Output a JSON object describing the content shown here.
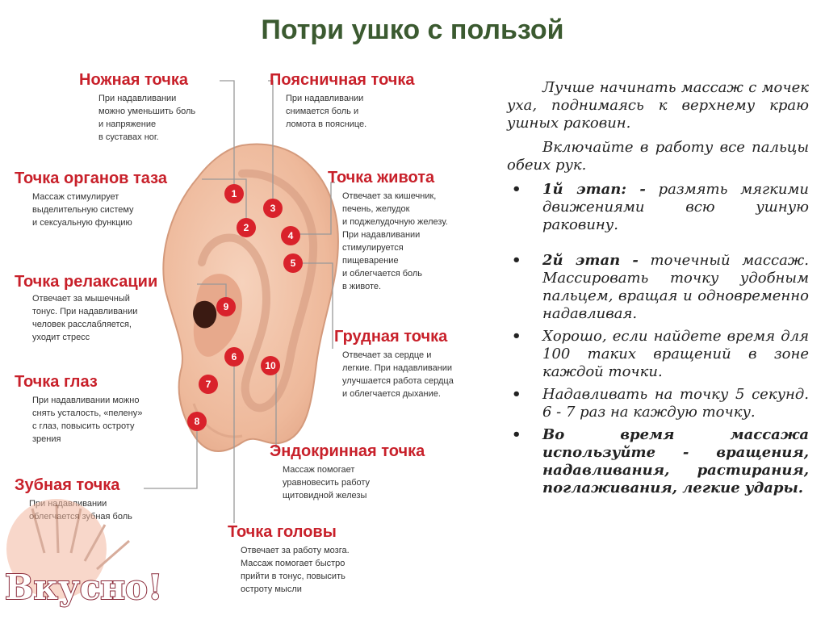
{
  "title": "Потри ушко с пользой",
  "points": [
    {
      "title": "Ножная точка",
      "desc": [
        "При надавливании",
        "можно уменьшить боль",
        "и напряжение",
        "в суставах ног."
      ]
    },
    {
      "title": "Поясничная точка",
      "desc": [
        "При надавливании",
        "снимается боль и",
        "ломота в пояснице."
      ]
    },
    {
      "title": "Точка органов таза",
      "desc": [
        "Массаж стимулирует",
        "выделительную систему",
        "и сексуальную функцию"
      ]
    },
    {
      "title": "Точка живота",
      "desc": [
        "Отвечает за кишечник,",
        "печень, желудок",
        "и поджелудочную железу.",
        "При надавливании",
        "стимулируется",
        "пищеварение",
        "и облегчается боль",
        "в животе."
      ]
    },
    {
      "title": "Точка релаксации",
      "desc": [
        "Отвечает за мышечный",
        "тонус. При надавливании",
        "человек расслабляется,",
        "уходит стресс"
      ]
    },
    {
      "title": "Грудная точка",
      "desc": [
        "Отвечает за сердце и",
        "легкие. При надавливании",
        "улучшается работа сердца",
        "и облегчается дыхание."
      ]
    },
    {
      "title": "Точка глаз",
      "desc": [
        "При надавливании можно",
        "снять усталость, «пелену»",
        "с глаз, повысить остроту",
        "зрения"
      ]
    },
    {
      "title": "Эндокринная точка",
      "desc": [
        "Массаж помогает",
        "уравновесить работу",
        "щитовидной железы"
      ]
    },
    {
      "title": "Зубная точка",
      "desc": [
        "При надавливании",
        "облегчается зубная боль"
      ]
    },
    {
      "title": "Точка головы",
      "desc": [
        "Отвечает за работу мозга.",
        "Массаж помогает быстро",
        "прийти в тонус, повысить",
        "остроту мысли"
      ]
    }
  ],
  "point_numbers": [
    "1",
    "2",
    "3",
    "4",
    "5",
    "6",
    "7",
    "8",
    "9",
    "10"
  ],
  "intro": [
    "Лучше начинать массаж с мочек уха, поднимаясь к верхнему краю ушных раковин.",
    "Включайте в работу все пальцы обеих рук."
  ],
  "steps": [
    {
      "lead": "1й этап: -",
      "text": " размять мягкими движениями всю ушную раковину."
    },
    {
      "lead": "2й этап -",
      "text": " точечный массаж. Массировать точку удобным пальцем, вращая и одновременно надавливая."
    }
  ],
  "tips": [
    "Хорошо, если найдете время для 100 таких вращений в зоне каждой точки.",
    "Надавливать на точку 5 секунд.  6 - 7 раз на каждую точку."
  ],
  "final_tip": "Во время массажа используйте - вращения, надавливания, растирания, поглаживания, легкие удары.",
  "logo_text": "Вкусно!",
  "colors": {
    "title": "#3b5a30",
    "accent": "#c8202a",
    "point": "#d9222b",
    "skin": "#f2c4a8"
  }
}
